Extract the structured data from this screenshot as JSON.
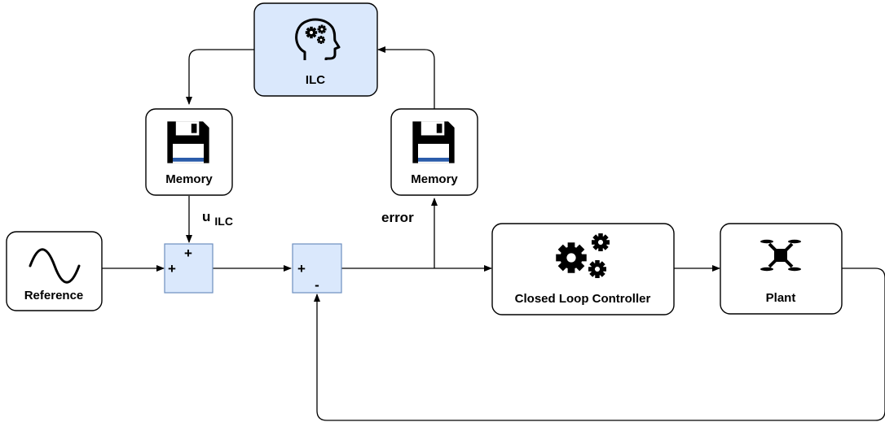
{
  "blocks": {
    "ilc": "ILC",
    "memory_left": "Memory",
    "memory_right": "Memory",
    "reference": "Reference",
    "controller": "Closed Loop Controller",
    "plant": "Plant"
  },
  "signals": {
    "u_main": "u",
    "u_sub": "ILC",
    "error": "error"
  },
  "sum1": {
    "top_sign": "+",
    "left_sign": "+"
  },
  "sum2": {
    "left_sign": "+",
    "bottom_sign": "-"
  },
  "icons": [
    "head-gears-icon",
    "floppy-disk-icon",
    "sine-wave-icon",
    "gears-icon",
    "quadcopter-icon"
  ],
  "colors": {
    "ilc_fill": "#dae8fc",
    "sum_fill": "#dae8fc",
    "sum_border": "#6c8ebf"
  }
}
